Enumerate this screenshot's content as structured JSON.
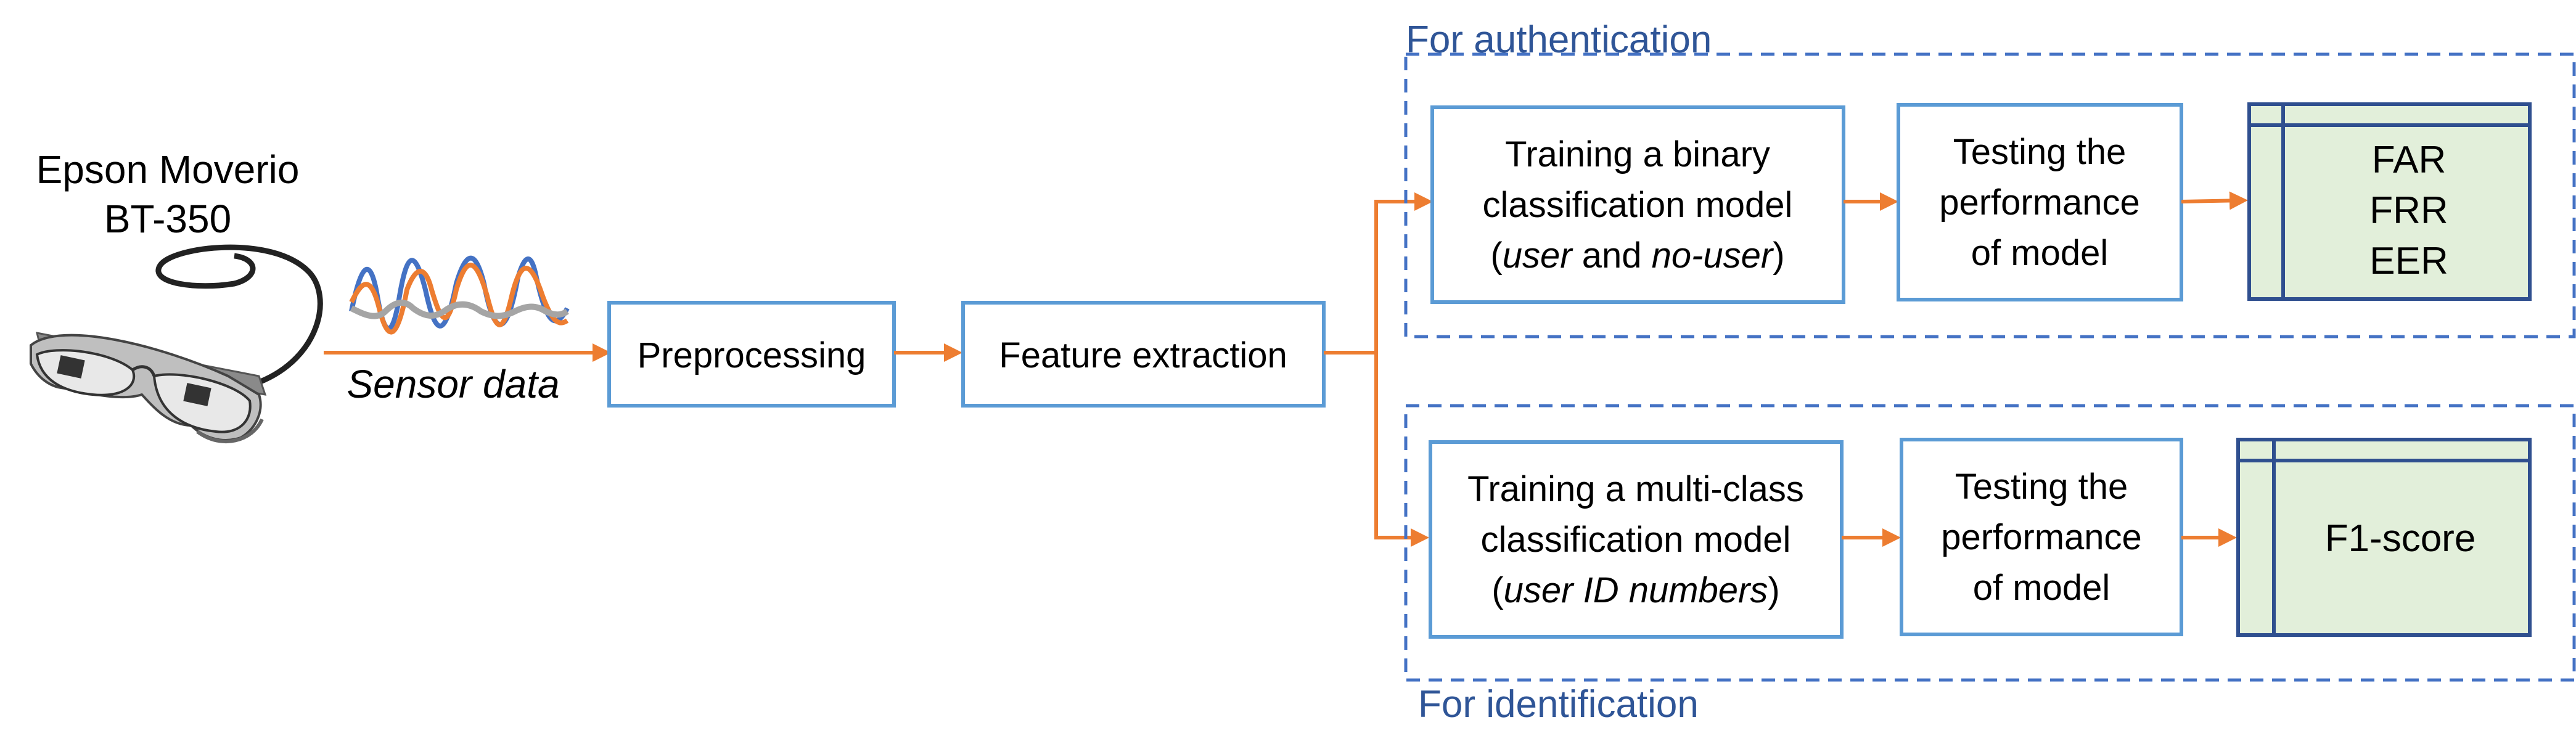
{
  "device": {
    "name_line1": "Epson Moverio",
    "name_line2": "BT-350"
  },
  "signal": {
    "label": "Sensor data"
  },
  "pipeline": {
    "preprocessing": "Preprocessing",
    "feature_extraction": "Feature extraction"
  },
  "authentication": {
    "group_label": "For authentication",
    "training": {
      "line1": "Training a binary",
      "line2": "classification model",
      "line3_open": "(",
      "line3_italic1": "user",
      "line3_mid": " and ",
      "line3_italic2": "no-user",
      "line3_close": ")"
    },
    "testing": {
      "line1": "Testing the",
      "line2": "performance",
      "line3": "of model"
    },
    "metrics": [
      "FAR",
      "FRR",
      "EER"
    ]
  },
  "identification": {
    "group_label": "For identification",
    "training": {
      "line1": "Training a multi-class",
      "line2": "classification model",
      "line3_open": "(",
      "line3_italic": "user ID numbers",
      "line3_close": ")"
    },
    "testing": {
      "line1": "Testing the",
      "line2": "performance",
      "line3": "of model"
    },
    "metrics": [
      "F1-score"
    ]
  },
  "colors": {
    "box_border": "#5b9bd5",
    "dashed_border": "#4472c4",
    "arrow": "#ed7d31",
    "metric_fill": "#e2efda",
    "metric_border": "#2f4f8f",
    "group_label": "#2f5597",
    "signal_blue": "#4472c4",
    "signal_orange": "#ed7d31",
    "signal_gray": "#a5a5a5"
  }
}
